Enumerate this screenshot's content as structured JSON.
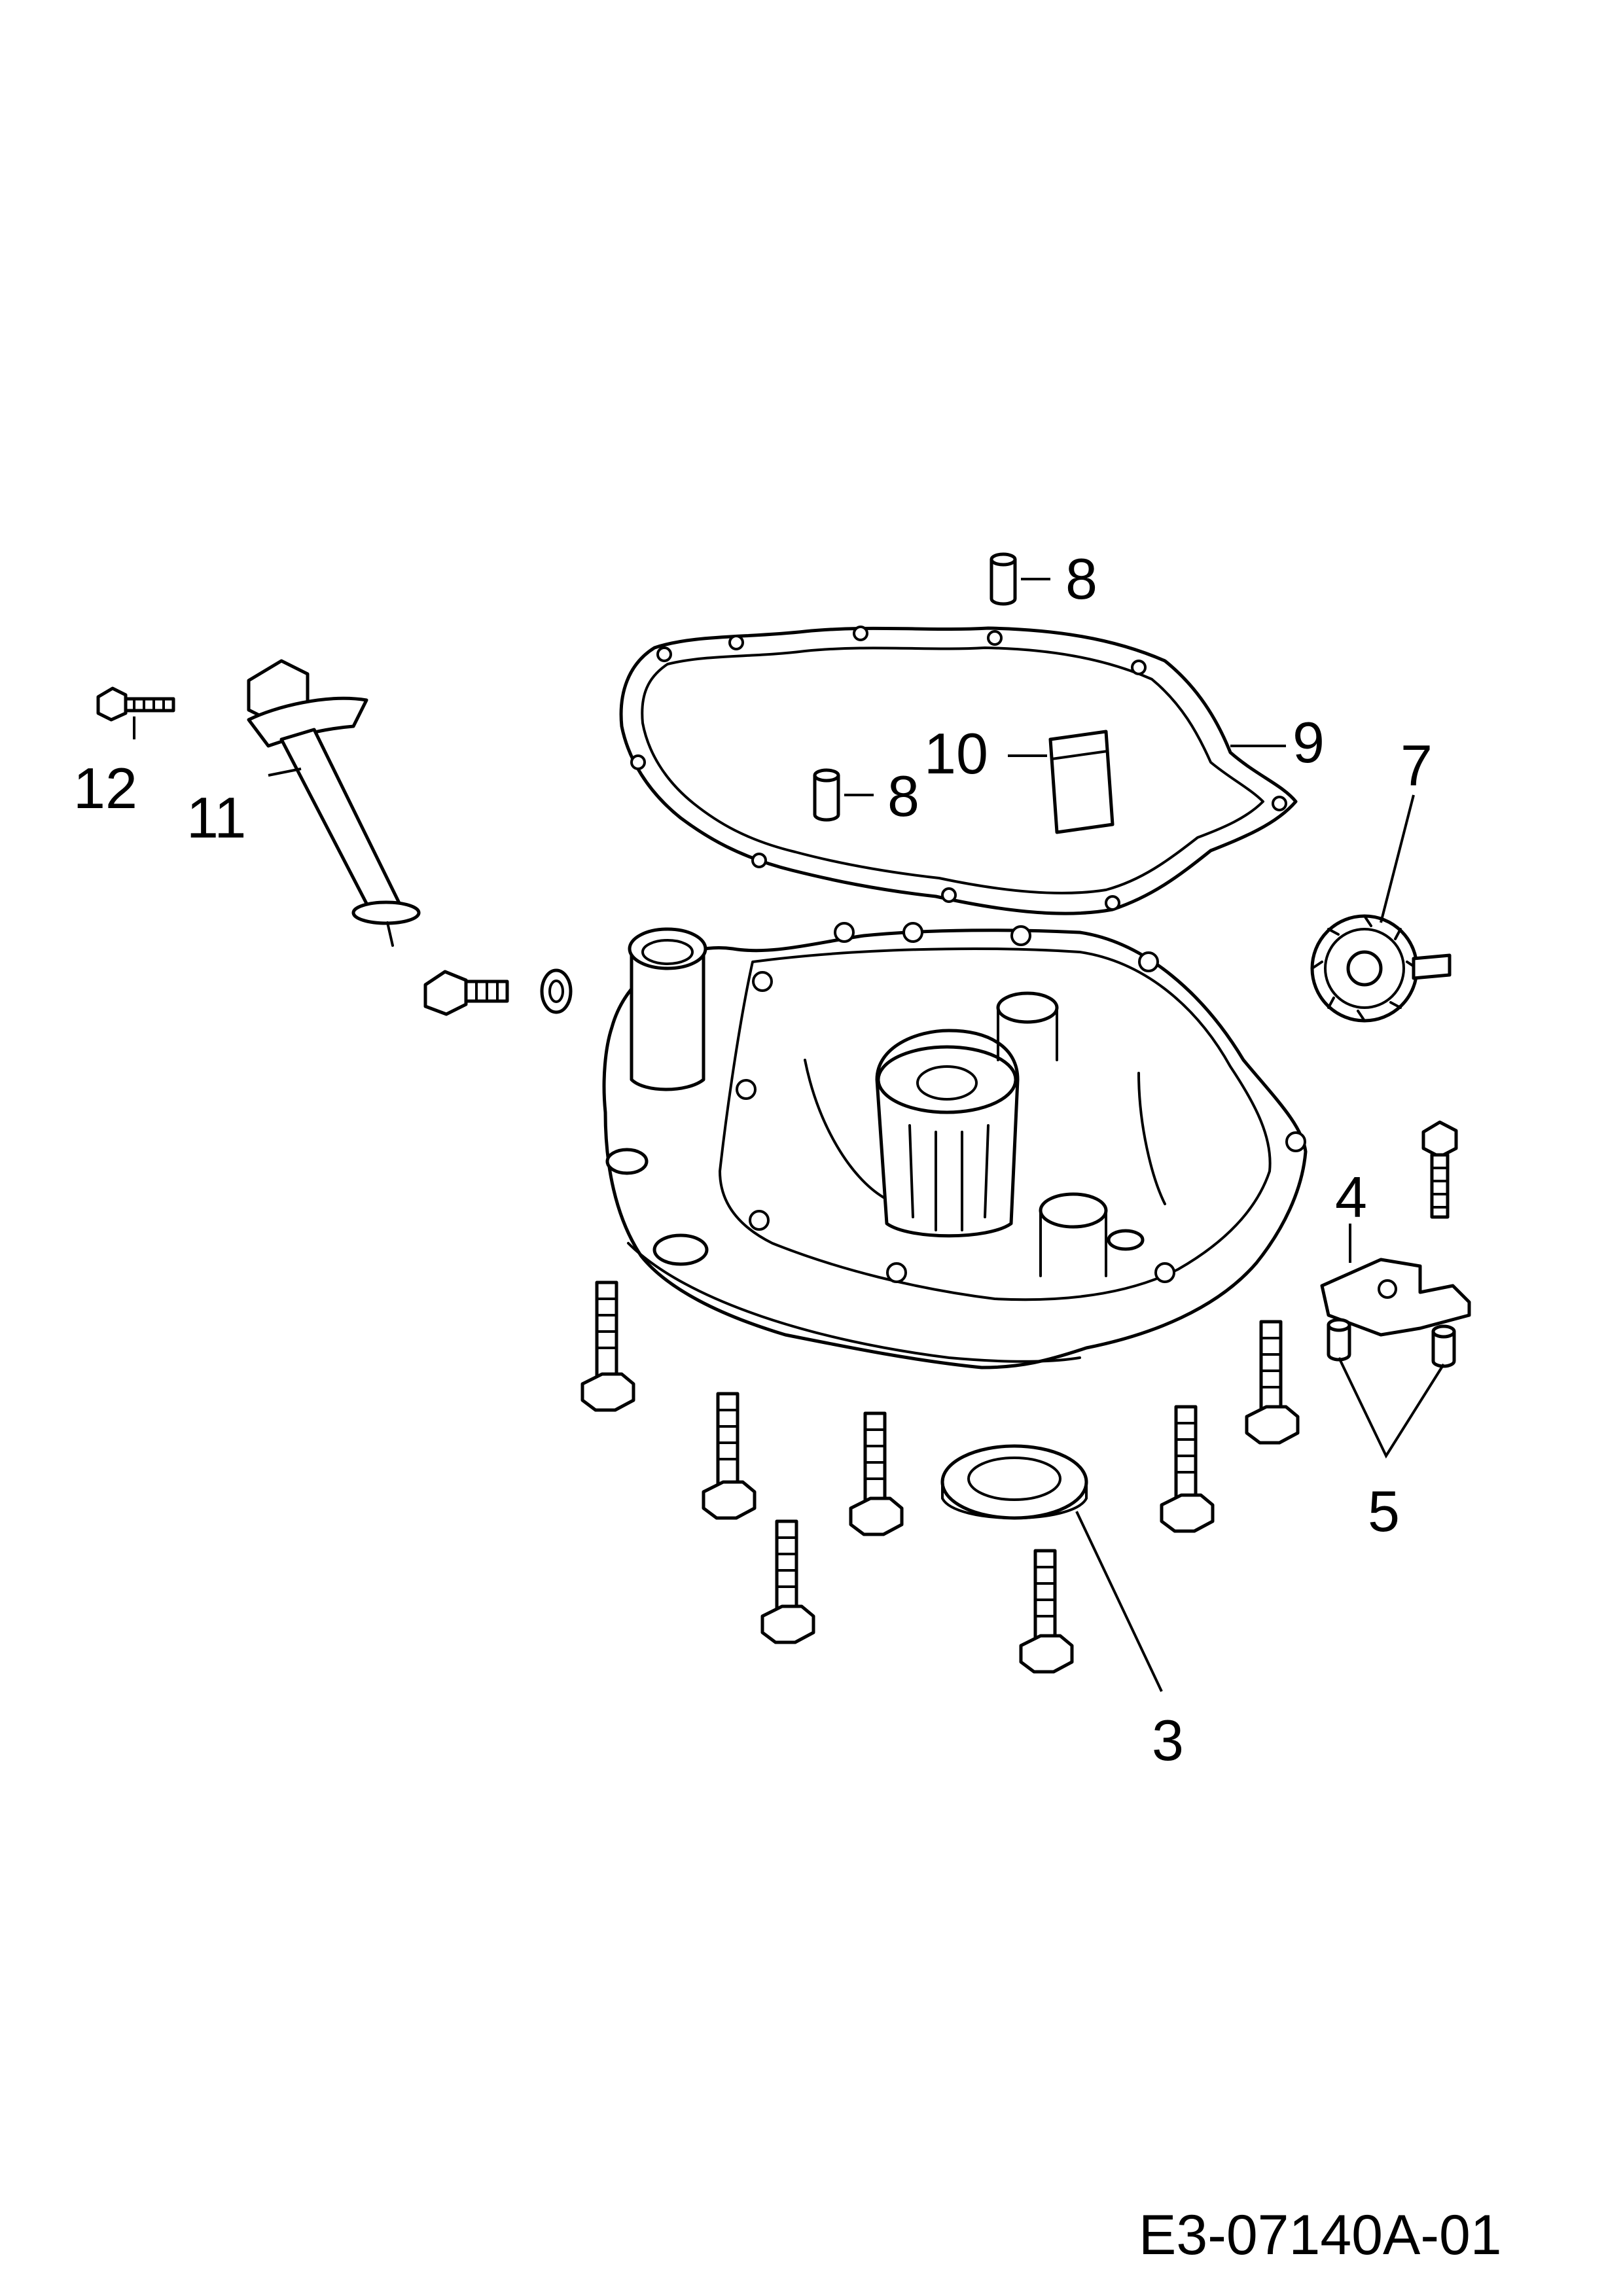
{
  "diagram": {
    "document_id": "E3-07140A-01",
    "callouts": [
      {
        "id": "c3",
        "text": "3"
      },
      {
        "id": "c4",
        "text": "4"
      },
      {
        "id": "c5",
        "text": "5"
      },
      {
        "id": "c7",
        "text": "7"
      },
      {
        "id": "c8a",
        "text": "8"
      },
      {
        "id": "c8b",
        "text": "8"
      },
      {
        "id": "c9",
        "text": "9"
      },
      {
        "id": "c10",
        "text": "10"
      },
      {
        "id": "c11",
        "text": "11"
      },
      {
        "id": "c12",
        "text": "12"
      }
    ]
  }
}
